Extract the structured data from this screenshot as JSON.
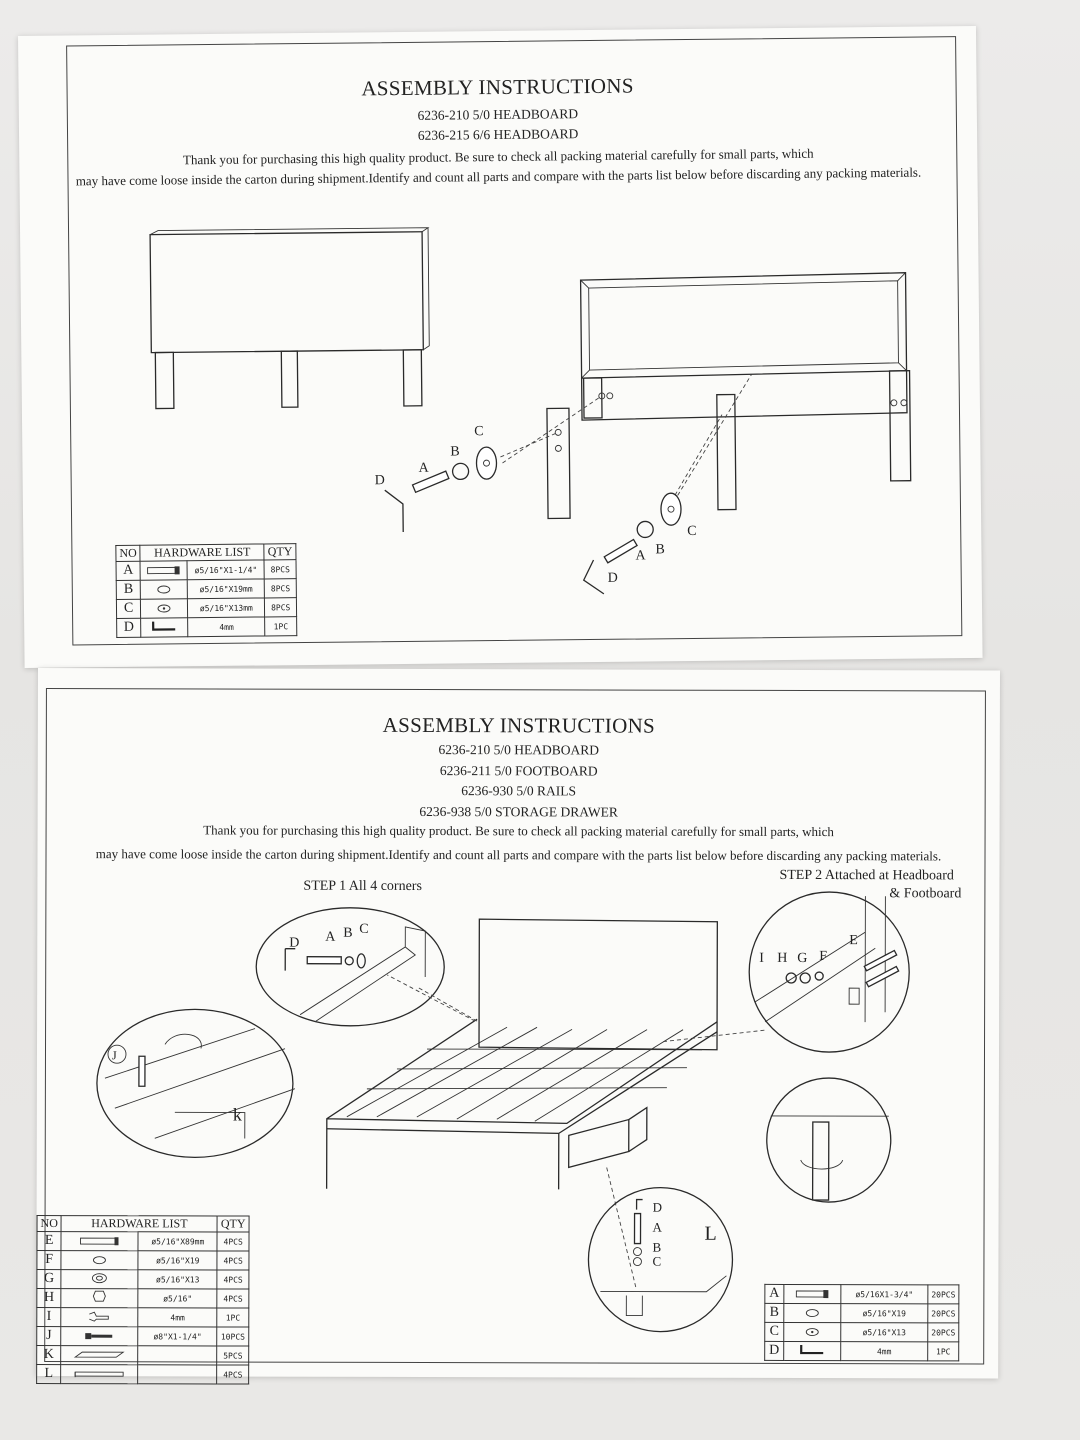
{
  "sheet1": {
    "title": "ASSEMBLY INSTRUCTIONS",
    "models": [
      "6236-210  5/0  HEADBOARD",
      "6236-215  6/6  HEADBOARD"
    ],
    "intro_line1": "Thank you for purchasing this high quality product. Be sure to check all packing material carefully for small parts, which",
    "intro_line2": "may have come loose inside the carton during shipment.Identify and count all parts and compare with the parts list below before discarding any packing materials.",
    "callouts": [
      "D",
      "A",
      "B",
      "C",
      "D",
      "A",
      "B",
      "C"
    ],
    "table": {
      "headers": [
        "NO",
        "HARDWARE LIST",
        "QTY"
      ],
      "rows": [
        {
          "no": "A",
          "icon": "bolt-icon",
          "size": "ø5/16\"X1-1/4\"",
          "qty": "8PCS"
        },
        {
          "no": "B",
          "icon": "lock-washer-icon",
          "size": "ø5/16\"X19mm",
          "qty": "8PCS"
        },
        {
          "no": "C",
          "icon": "flat-washer-icon",
          "size": "ø5/16\"X13mm",
          "qty": "8PCS"
        },
        {
          "no": "D",
          "icon": "allen-key-icon",
          "size": "4mm",
          "qty": "1PC"
        }
      ]
    }
  },
  "sheet2": {
    "title": "ASSEMBLY INSTRUCTIONS",
    "models": [
      "6236-210  5/0  HEADBOARD",
      "6236-211  5/0  FOOTBOARD",
      "6236-930  5/0  RAILS",
      "6236-938  5/0 STORAGE DRAWER"
    ],
    "intro_line1": "Thank you for purchasing this high quality product. Be sure to check all packing material carefully for small parts, which",
    "intro_line2": "may have come loose inside the carton during shipment.Identify and count all parts and compare with the parts list below before discarding any packing materials.",
    "step1": "STEP 1   All 4 corners",
    "step2_line1": "STEP 2   Attached at Headboard",
    "step2_line2": "& Footboard",
    "step1_callouts": [
      "D",
      "A",
      "B",
      "C"
    ],
    "step2_callouts": [
      "I",
      "H",
      "G",
      "F",
      "E"
    ],
    "detail_callouts": [
      "J",
      "k"
    ],
    "bottom_callouts": [
      "D",
      "A",
      "B",
      "C",
      "L"
    ],
    "table_left": {
      "headers": [
        "NO",
        "HARDWARE LIST",
        "QTY"
      ],
      "rows": [
        {
          "no": "E",
          "icon": "long-bolt-icon",
          "size": "ø5/16\"X89mm",
          "qty": "4PCS"
        },
        {
          "no": "F",
          "icon": "lock-washer-icon",
          "size": "ø5/16\"X19",
          "qty": "4PCS"
        },
        {
          "no": "G",
          "icon": "flat-washer-icon",
          "size": "ø5/16\"X13",
          "qty": "4PCS"
        },
        {
          "no": "H",
          "icon": "nut-icon",
          "size": "ø5/16\"",
          "qty": "4PCS"
        },
        {
          "no": "I",
          "icon": "wrench-icon",
          "size": "4mm",
          "qty": "1PC"
        },
        {
          "no": "J",
          "icon": "screw-icon",
          "size": "ø8\"X1-1/4\"",
          "qty": "10PCS"
        },
        {
          "no": "K",
          "icon": "slat-icon",
          "size": "",
          "qty": "5PCS"
        },
        {
          "no": "L",
          "icon": "center-rail-icon",
          "size": "",
          "qty": "4PCS"
        }
      ]
    },
    "table_right": {
      "rows": [
        {
          "no": "A",
          "icon": "bolt-icon",
          "size": "ø5/16X1-3/4\"",
          "qty": "20PCS"
        },
        {
          "no": "B",
          "icon": "lock-washer-icon",
          "size": "ø5/16\"X19",
          "qty": "20PCS"
        },
        {
          "no": "C",
          "icon": "flat-washer-icon",
          "size": "ø5/16\"X13",
          "qty": "20PCS"
        },
        {
          "no": "D",
          "icon": "allen-key-icon",
          "size": "4mm",
          "qty": "1PC"
        }
      ]
    }
  }
}
